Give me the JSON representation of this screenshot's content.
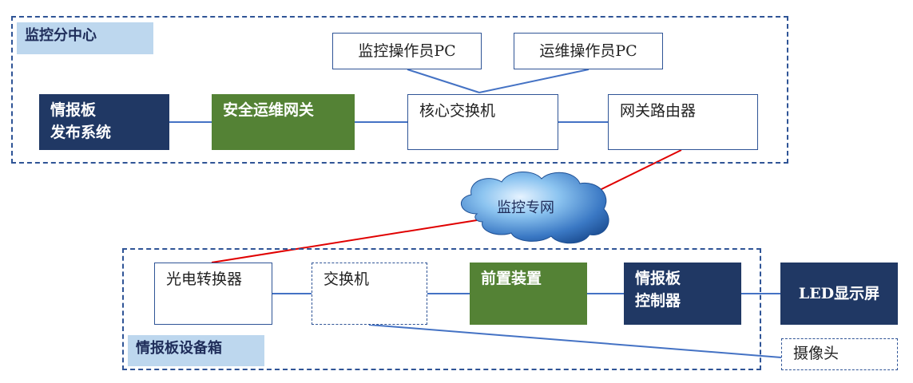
{
  "regions": {
    "center": {
      "label": "监控分中心"
    },
    "cabinet": {
      "label": "情报板设备箱"
    }
  },
  "nodes": {
    "monitor_pc": "监控操作员PC",
    "ops_pc": "运维操作员PC",
    "board_publish": "情报板\n发布系统",
    "security_gateway": "安全运维网关",
    "core_switch": "核心交换机",
    "gateway_router": "网关路由器",
    "cloud": "监控专网",
    "optical_converter": "光电转换器",
    "switch": "交换机",
    "front_device": "前置装置",
    "board_controller": "情报板\n控制器",
    "led_screen": "LED显示屏",
    "camera": "摄像头"
  },
  "colors": {
    "dashed_border": "#2f5496",
    "label_bg": "#bdd7ee",
    "navy": "#203864",
    "green": "#548235",
    "link_blue": "#4472c4",
    "link_red": "#e00000"
  }
}
